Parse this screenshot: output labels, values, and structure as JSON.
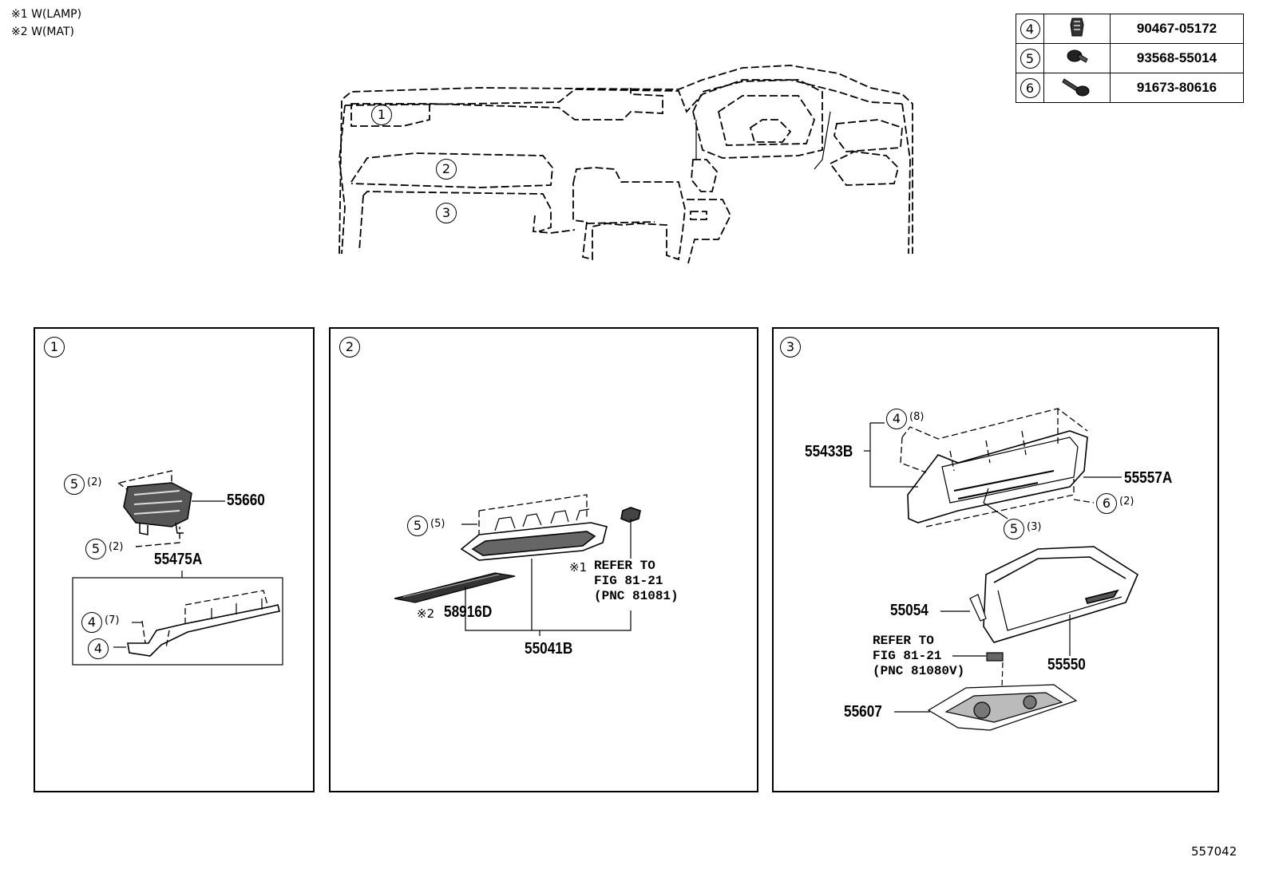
{
  "notes": [
    "※1 W(LAMP)",
    "※2 W(MAT)"
  ],
  "fastener_table": [
    {
      "ref": "4",
      "icon": "clip-icon",
      "part": "90467-05172"
    },
    {
      "ref": "5",
      "icon": "screw-icon",
      "part": "93568-55014"
    },
    {
      "ref": "6",
      "icon": "bolt-icon",
      "part": "91673-80616"
    }
  ],
  "overview_refs": [
    "1",
    "2",
    "3"
  ],
  "panels": [
    {
      "ref": "1",
      "labels": {
        "p55660": "55660",
        "p55475A": "55475A"
      },
      "callouts": [
        {
          "ref": "5",
          "qty": "(2)"
        },
        {
          "ref": "5",
          "qty": "(2)"
        },
        {
          "ref": "4",
          "qty": "(7)"
        },
        {
          "ref": "4",
          "qty": ""
        }
      ]
    },
    {
      "ref": "2",
      "labels": {
        "p58916D": "58916D",
        "p55041B": "55041B",
        "mark1": "※1",
        "mark2": "※2"
      },
      "refer": [
        "REFER TO",
        "FIG 81-21",
        "(PNC 81081)"
      ],
      "callouts": [
        {
          "ref": "5",
          "qty": "(5)"
        }
      ]
    },
    {
      "ref": "3",
      "labels": {
        "p55433B": "55433B",
        "p55557A": "55557A",
        "p55054": "55054",
        "p55550": "55550",
        "p55607": "55607"
      },
      "refer": [
        "REFER TO",
        "FIG 81-21",
        "(PNC 81080V)"
      ],
      "callouts": [
        {
          "ref": "4",
          "qty": "(8)"
        },
        {
          "ref": "6",
          "qty": "(2)"
        },
        {
          "ref": "5",
          "qty": "(3)"
        }
      ]
    }
  ],
  "figure_id": "557042"
}
